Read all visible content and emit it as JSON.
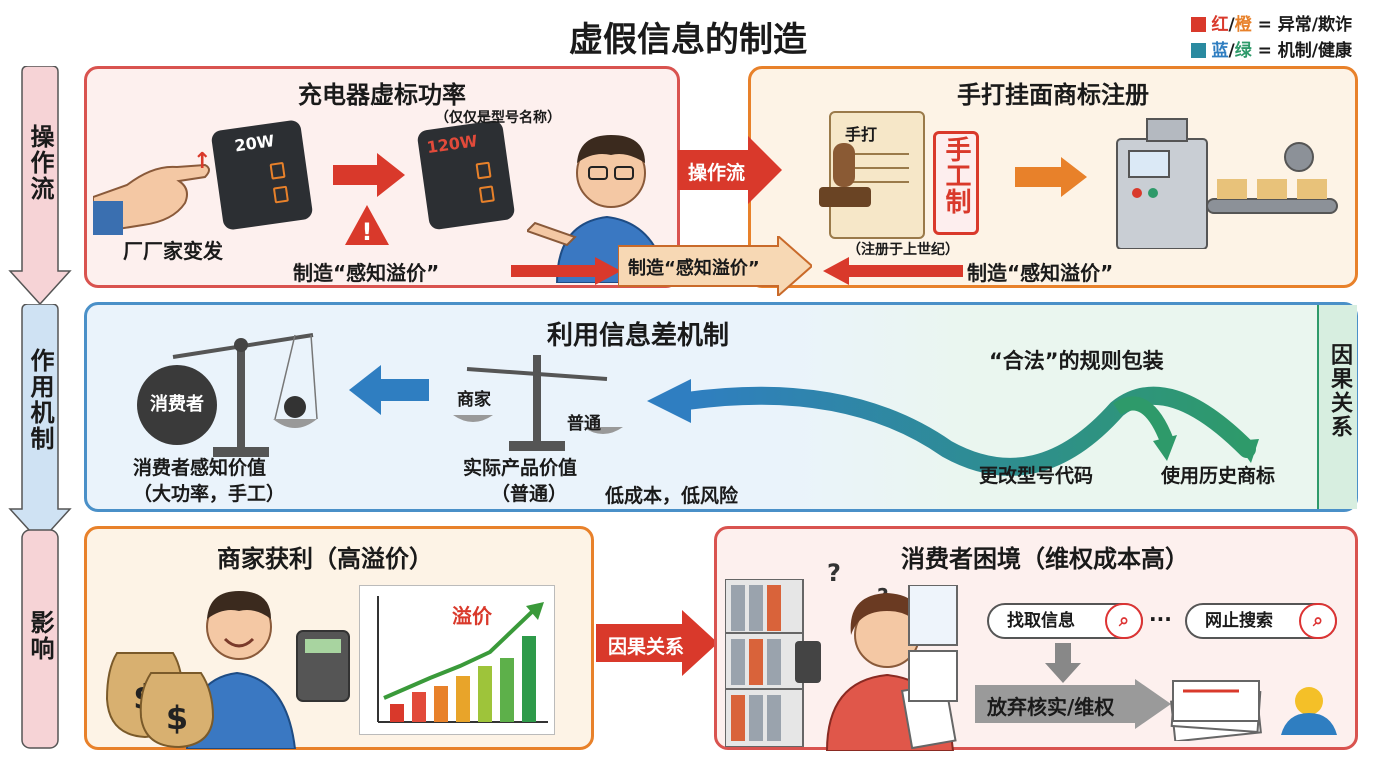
{
  "title": "虚假信息的制造",
  "legend": {
    "line1": {
      "red": "红",
      "sep": "/",
      "orange": "橙",
      "rest": " = 异常/欺诈"
    },
    "line2": {
      "blue": "蓝",
      "sep": "/",
      "green": "绿",
      "rest": " = 机制/健康"
    }
  },
  "side_flow": {
    "step1": "操作流",
    "step2": "作用机制",
    "step3": "影响"
  },
  "colors": {
    "red": "#d9392b",
    "orange": "#e8812a",
    "blue": "#2f7ec1",
    "green": "#2e9a6a",
    "panel_red_bg": "#fdf0ee",
    "panel_orange_bg": "#fdf3e6",
    "panel_blue_bg": "#eaf3fb",
    "panel_green_bg": "#eaf6ef"
  },
  "panel_charger": {
    "title": "充电器虚标功率",
    "charger_left": "20W",
    "charger_right": "120W",
    "note": "（仅仅是型号名称）",
    "maker": "厂厂家变发",
    "bottom": "制造“感知溢价”"
  },
  "panel_trademark": {
    "title": "手打挂面商标注册",
    "scroll_text": "手打",
    "seal_text": "手工制",
    "note": "（注册于上世纪）",
    "bottom": "制造“感知溢价”"
  },
  "center_arrow": "操作流",
  "center_badge": "制造“感知溢价”",
  "panel_mechanism": {
    "title": "利用信息差机制",
    "scale1_label": "消费者",
    "consumer_value_1": "消费者感知价值",
    "consumer_value_2": "（大功率，手工）",
    "scale2_left": "商家",
    "scale2_right": "普通",
    "actual_value_1": "实际产品价值",
    "actual_value_2": "（普通）",
    "low_cost": "低成本，低风险",
    "legal": "“合法”的规则包装",
    "method1": "更改型号代码",
    "method2": "使用历史商标",
    "side": "因果关系"
  },
  "panel_profit": {
    "title": "商家获利（高溢价）",
    "chart_label": "溢价"
  },
  "causal_arrow": "因果关系",
  "panel_dilemma": {
    "title": "消费者困境（维权成本高）",
    "search1": "找取信息",
    "dots": "···",
    "search2": "网止搜索",
    "giveup": "放弃核实/维权"
  }
}
